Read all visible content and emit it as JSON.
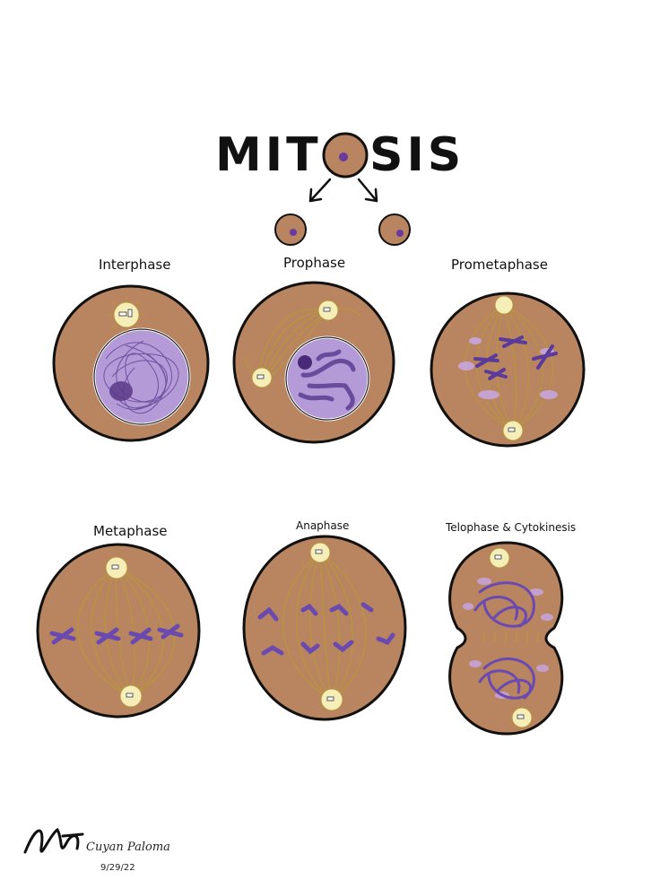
{
  "title": {
    "before_o": "MIT",
    "after_o": "SIS"
  },
  "stages": [
    {
      "label": "Interphase"
    },
    {
      "label": "Prophase"
    },
    {
      "label": "Prometaphase"
    },
    {
      "label": "Metaphase"
    },
    {
      "label": "Anaphase"
    },
    {
      "label": "Telophase & Cytokinesis"
    }
  ],
  "signature": {
    "name": "Cuyan Paloma",
    "date": "9/29/22"
  },
  "colors": {
    "cell": "#b98460",
    "cell_outline": "#1a1a1a",
    "nucleus": "#b49ad6",
    "chromatin": "#6a4a9c",
    "chromosome": "#7a55b8",
    "spindle": "#b8963c",
    "centrosome": "#f3e28a"
  }
}
